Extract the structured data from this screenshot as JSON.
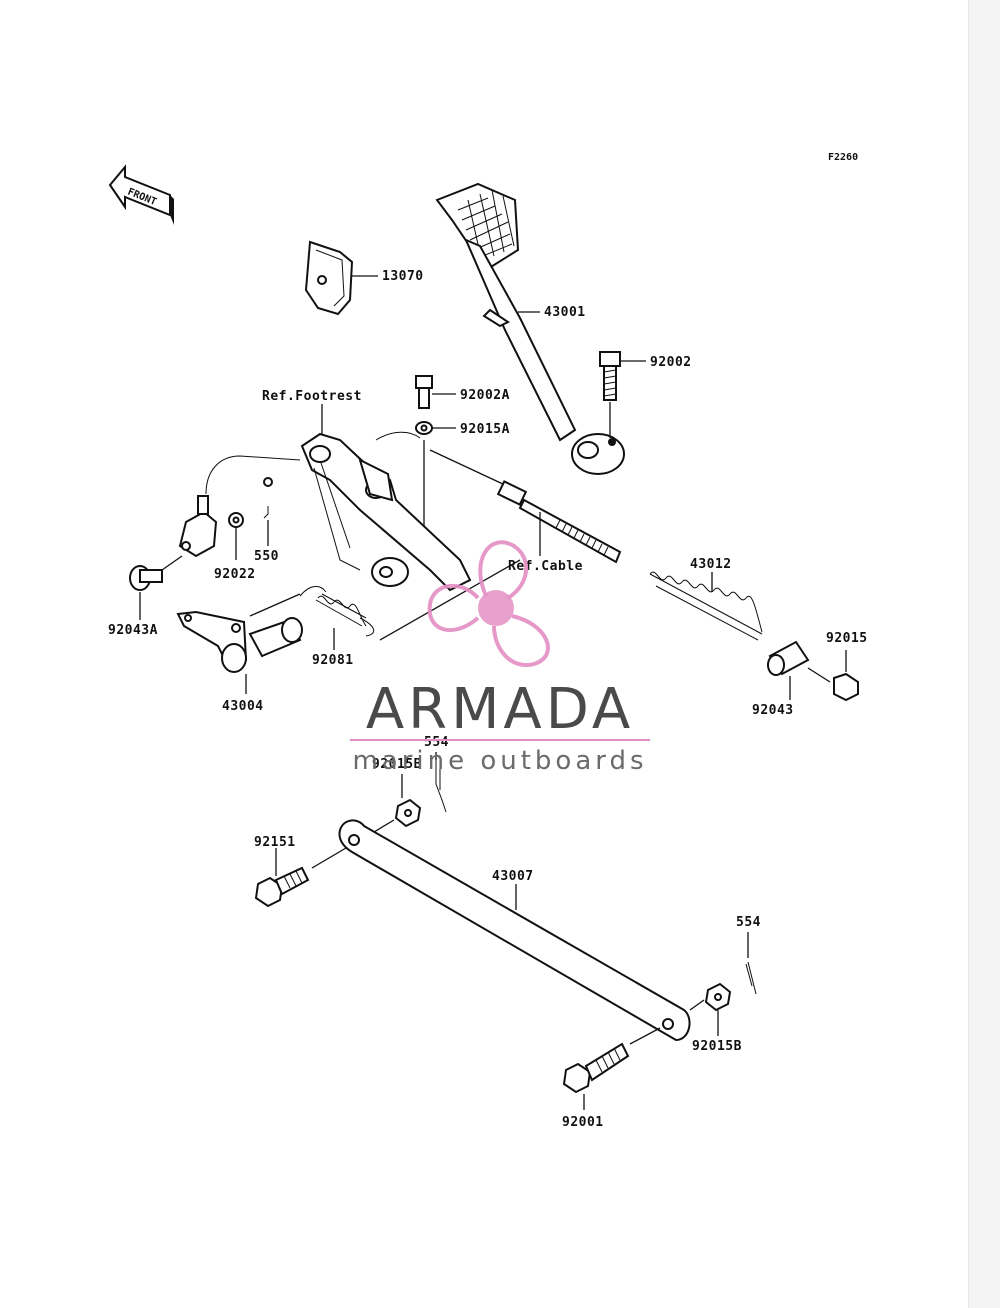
{
  "diagram_code": "F2260",
  "front_label": "FRONT",
  "refs": {
    "footrest": "Ref.Footrest",
    "cable": "Ref.Cable"
  },
  "parts": {
    "p13070": "13070",
    "p43001": "43001",
    "p92002": "92002",
    "p92002A": "92002A",
    "p92015A": "92015A",
    "p550": "550",
    "p92022": "92022",
    "p92043A": "92043A",
    "p43012": "43012",
    "p92015": "92015",
    "p92043": "92043",
    "p92081": "92081",
    "p43004": "43004",
    "p554_top": "554",
    "p92015B_top": "92015B",
    "p92151": "92151",
    "p43007": "43007",
    "p554_right": "554",
    "p92015B_right": "92015B",
    "p92001": "92001"
  },
  "watermark": {
    "title": "ARMADA",
    "subtitle": "marine outboards",
    "accent_color": "#e48fc4",
    "text_color": "#4a4a4a"
  }
}
